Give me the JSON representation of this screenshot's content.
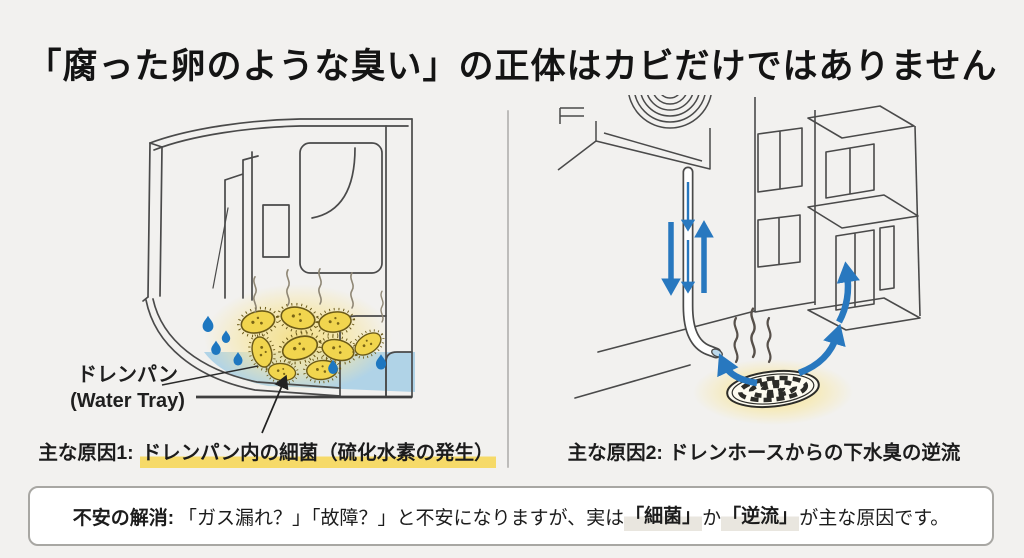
{
  "title": "「腐った卵のような臭い」の正体はカビだけではありません",
  "left_panel": {
    "drain_pan_label_jp": "ドレンパン",
    "drain_pan_label_en": "(Water Tray)",
    "caption_prefix": "主な原因1:",
    "caption_highlighted": "ドレンパン内の細菌（硫化水素の発生）"
  },
  "right_panel": {
    "caption_prefix": "主な原因2:",
    "caption_text": "ドレンホースからの下水臭の逆流"
  },
  "footer": {
    "lead_label": "不安の解消:",
    "segment_1": "「ガス漏れ？」「故障？」と不安になりますが、実は",
    "emphasis_1": "「細菌」",
    "segment_2": "か",
    "emphasis_2": "「逆流」",
    "segment_3": "が主な原因です。"
  },
  "colors": {
    "background": "#f2f1ef",
    "title_text": "#141414",
    "line_art": "#4a4a4a",
    "arrow_blue": "#2878bf",
    "water_blue": "#a9cfe5",
    "droplet_blue": "#1e77c0",
    "bacteria_yellow": "#f1d54e",
    "glow_yellow": "#f4de82",
    "caption_highlight_yellow": "#f6d86a",
    "footer_emphasis_highlight": "#e9e6df",
    "divider_gray": "#bdbcba"
  }
}
